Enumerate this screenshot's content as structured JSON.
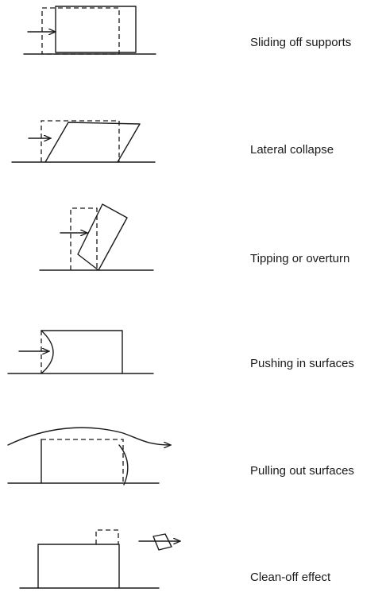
{
  "figure": {
    "panels": [
      {
        "id": "sliding",
        "label": "Sliding off supports"
      },
      {
        "id": "lateral",
        "label": "Lateral collapse"
      },
      {
        "id": "tipping",
        "label": "Tipping or overturn"
      },
      {
        "id": "pushing",
        "label": "Pushing in surfaces"
      },
      {
        "id": "pulling",
        "label": "Pulling out surfaces"
      },
      {
        "id": "cleanoff",
        "label": "Clean-off effect"
      }
    ]
  }
}
